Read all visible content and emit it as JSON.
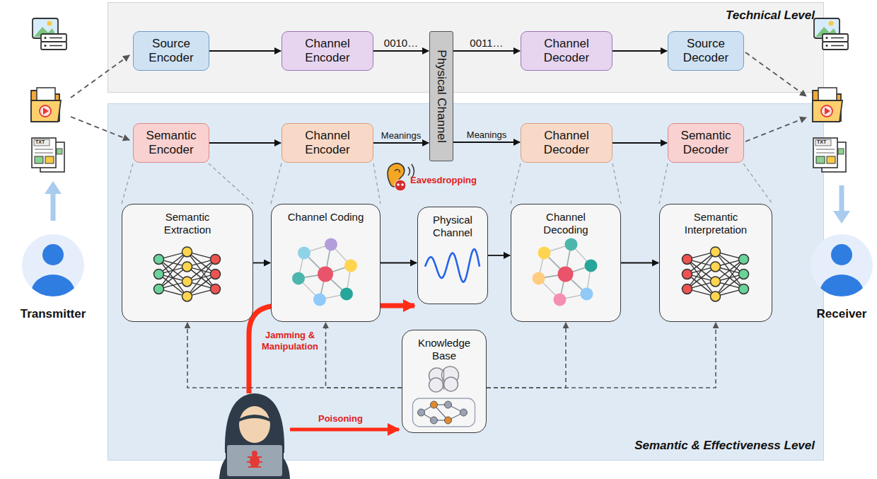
{
  "diagram": {
    "nodes": [
      {
        "text": [
          "Technical Level"
        ]
      },
      {
        "text": [
          "Source Encoder"
        ],
        "in": 0
      },
      {
        "text": [
          "Channel Encoder"
        ],
        "in": 0
      },
      {
        "text": [
          "Physical Channel"
        ]
      },
      {
        "text": [
          "Channel Decoder"
        ],
        "in": 0
      },
      {
        "text": [
          "Source Decoder"
        ],
        "in": 0
      },
      {
        "text": [
          "Semantic & Effectiveness Level"
        ]
      },
      {
        "text": [
          "Semantic Encoder"
        ],
        "in": 6
      },
      {
        "text": [
          "Channel Encoder"
        ],
        "in": 6
      },
      {
        "text": [
          "Channel Decoder"
        ],
        "in": 6
      },
      {
        "text": [
          "Semantic Decoder"
        ],
        "in": 6
      },
      {
        "text": [
          "Semantic Extraction"
        ],
        "in": 6
      },
      {
        "text": [
          "Channel Coding"
        ],
        "in": 6
      },
      {
        "text": [
          "Physical Channel"
        ],
        "in": 6
      },
      {
        "text": [
          "Channel Decoding"
        ],
        "in": 6
      },
      {
        "text": [
          "Semantic Interpretation"
        ],
        "in": 6
      },
      {
        "text": [
          "Knowledge Base"
        ],
        "in": 6
      }
    ],
    "edges": [
      {
        "from": 1,
        "to": 2,
        "arrow": "to"
      },
      {
        "from": 2,
        "to": 3,
        "label": "0010…",
        "arrow": "to"
      },
      {
        "from": 3,
        "to": 4,
        "label": "0011…",
        "arrow": "to"
      },
      {
        "from": 4,
        "to": 5,
        "arrow": "to"
      },
      {
        "from": 7,
        "to": 8,
        "arrow": "to"
      },
      {
        "from": 8,
        "to": 3,
        "label": "Meanings",
        "arrow": "to"
      },
      {
        "from": 3,
        "to": 9,
        "label": "Meanings",
        "arrow": "to"
      },
      {
        "from": 9,
        "to": 10,
        "arrow": "to"
      },
      {
        "from": 11,
        "to": 12,
        "arrow": "to"
      },
      {
        "from": 12,
        "to": 13,
        "arrow": "to"
      },
      {
        "from": 13,
        "to": 14,
        "arrow": "to"
      },
      {
        "from": 14,
        "to": 15,
        "arrow": "to"
      },
      {
        "from": 16,
        "to": 11,
        "arrow": "to"
      },
      {
        "from": 16,
        "to": 12,
        "arrow": "to"
      },
      {
        "from": 16,
        "to": 14,
        "arrow": "to"
      },
      {
        "from": 16,
        "to": 15,
        "arrow": "to"
      }
    ],
    "labels": [
      "Eavesdropping",
      "Jamming & Manipulation",
      "Poisoning",
      "Transmitter",
      "Receiver",
      "TXT",
      "TXT"
    ]
  }
}
